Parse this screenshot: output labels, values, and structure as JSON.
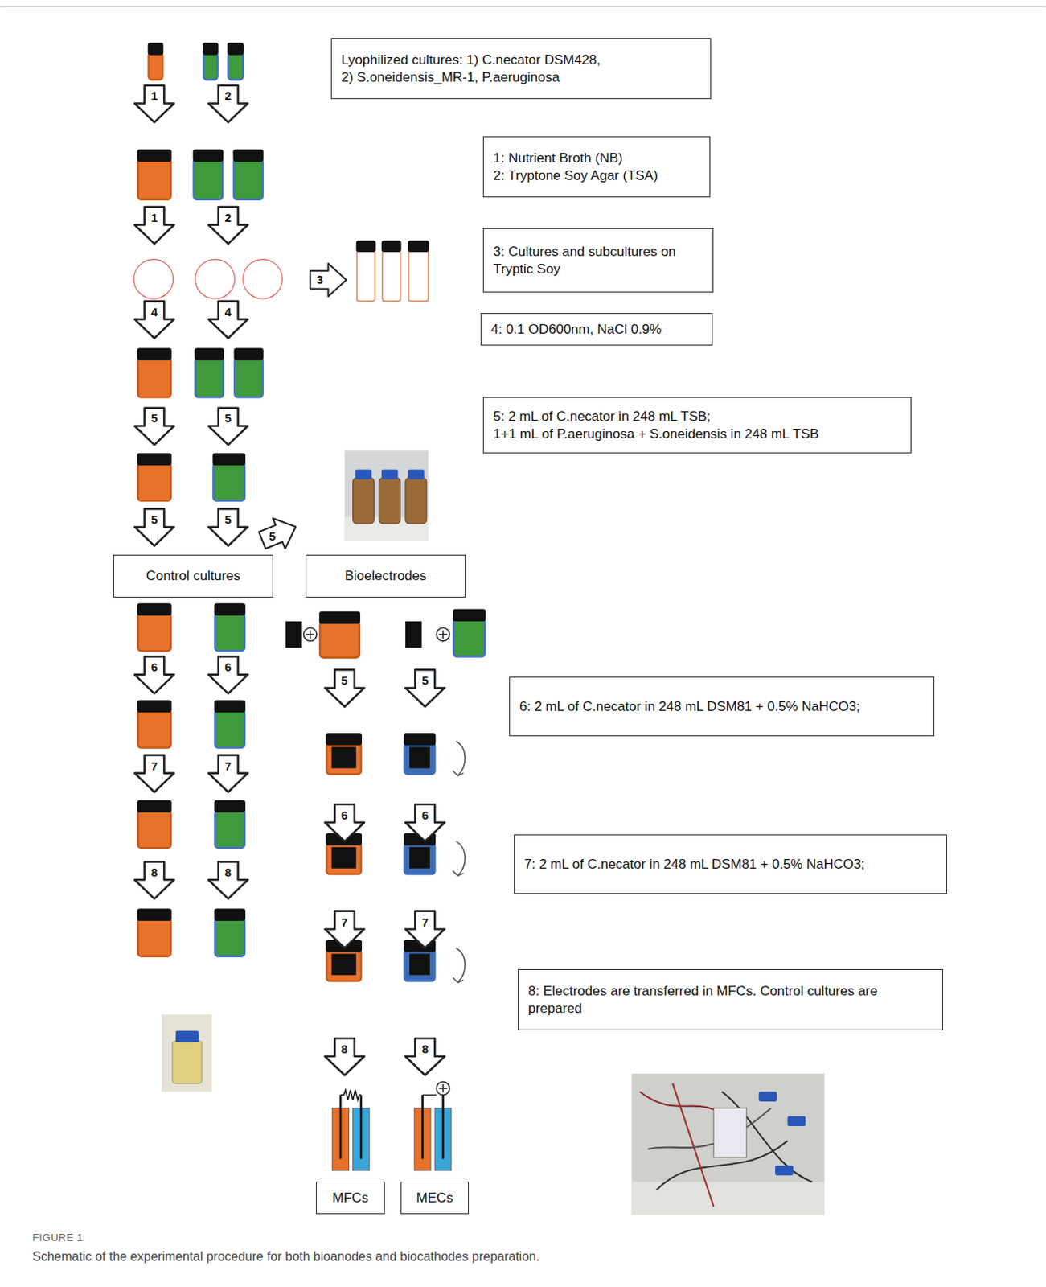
{
  "diagram": {
    "caption": "Schematic of the experimental procedure for both bioanodes and biocathodes preparation.",
    "nodes": [
      {
        "text": [
          "Lyophilized cultures: 1) C.necator DSM428,",
          "2) S.oneidensis_MR-1, P.aeruginosa"
        ]
      },
      {
        "text": [
          "1: Nutrient Broth (NB)",
          "2: Tryptone Soy Agar (TSA)"
        ]
      },
      {
        "text": [
          "3: Cultures and subcultures on Tryptic Soy"
        ]
      },
      {
        "text": [
          "4: 0.1 OD600nm, NaCl 0.9%"
        ]
      },
      {
        "text": [
          "5: 2 mL of C.necator in 248 mL TSB;",
          "1+1 mL of P.aeruginosa + S.oneidensis in 248 mL TSB"
        ]
      },
      {
        "text": [
          "Control cultures"
        ]
      },
      {
        "text": [
          "Bioelectrodes"
        ]
      },
      {
        "text": [
          "6: 2 mL of C.necator in 248 mL DSM81 + 0.5% NaHCO3;"
        ]
      },
      {
        "text": [
          "7: 2 mL of C.necator in 248 mL DSM81 + 0.5% NaHCO3;"
        ]
      },
      {
        "text": [
          "8: Electrodes are transferred in MFCs. Control cultures are prepared"
        ]
      },
      {
        "text": [
          "MFCs"
        ]
      },
      {
        "text": [
          "MECs"
        ]
      }
    ],
    "labels": [
      "1",
      "2",
      "1",
      "2",
      "3",
      "4",
      "4",
      "5",
      "5",
      "5",
      "5",
      "5",
      "5",
      "5",
      "6",
      "6",
      "6",
      "6",
      "7",
      "7",
      "7",
      "7",
      "8",
      "8",
      "8",
      "8",
      "FIGURE 1"
    ]
  }
}
